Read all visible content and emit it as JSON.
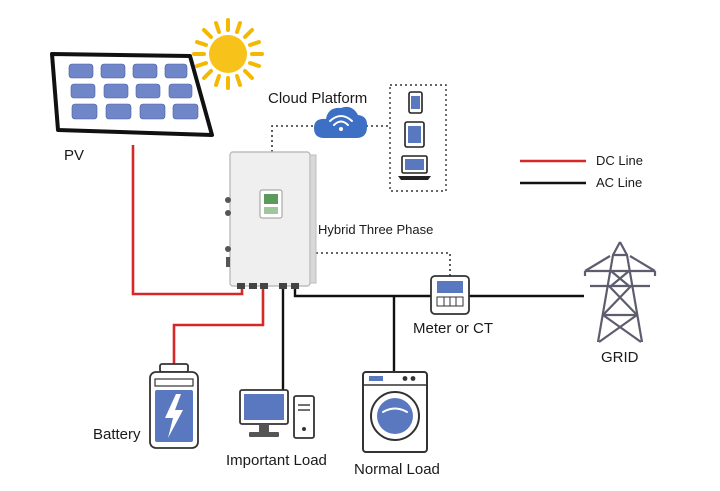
{
  "labels": {
    "pv": "PV",
    "cloud_platform": "Cloud Platform",
    "hybrid_inverter": "Hybrid Three Phase",
    "meter": "Meter or CT",
    "grid": "GRID",
    "battery": "Battery",
    "important_load": "Important Load",
    "normal_load": "Normal Load"
  },
  "legend": {
    "items": [
      {
        "label": "DC Line",
        "color": "#d62828"
      },
      {
        "label": "AC Line",
        "color": "#111111"
      }
    ]
  },
  "colors": {
    "dc_line": "#d62828",
    "ac_line": "#111111",
    "panel_cell": "#6f86c8",
    "sun": "#f5b800",
    "cloud": "#3d6fc4",
    "device_blue": "#5a78c0"
  },
  "icons": [
    "sun-icon",
    "solar-panel-icon",
    "cloud-icon",
    "phone-icon",
    "tablet-icon",
    "laptop-icon",
    "inverter-icon",
    "meter-icon",
    "pylon-icon",
    "battery-icon",
    "computer-icon",
    "washing-machine-icon"
  ]
}
